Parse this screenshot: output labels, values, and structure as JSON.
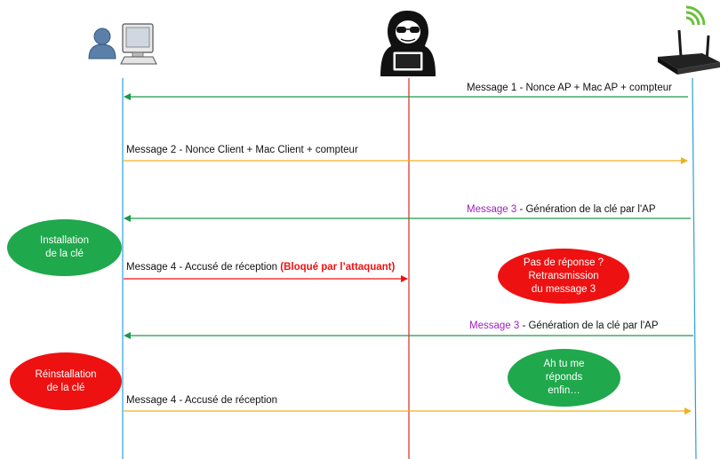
{
  "actors": [
    {
      "id": "client",
      "icon": "client-computer-icon"
    },
    {
      "id": "attacker",
      "icon": "hacker-icon"
    },
    {
      "id": "ap",
      "icon": "wifi-router-icon"
    }
  ],
  "colors": {
    "client_lifeline": "#2ba0d8",
    "attacker_lifeline": "#d82a2a",
    "ap_lifeline": "#2ba0d8",
    "green_arrow": "#1a9a4a",
    "orange_arrow": "#f0b020",
    "red_arrow": "#ee1111",
    "purple_text": "#a020c0",
    "ellipse_green": "#1fa84c",
    "ellipse_red": "#ee1111"
  },
  "messages": {
    "m1": {
      "text": "Message 1 - Nonce AP + Mac AP + compteur"
    },
    "m2": {
      "text": "Message 2 - Nonce Client + Mac Client + compteur"
    },
    "m3a": {
      "prefix": "Message 3",
      "text": " - Génération de la clé par l'AP"
    },
    "m4a": {
      "text": "Message 4 - Accusé de réception ",
      "highlight": "(Bloqué par l’attaquant)"
    },
    "m3b": {
      "prefix": "Message 3",
      "text": " - Génération de la clé par l'AP"
    },
    "m4b": {
      "text": "Message 4 - Accusé de réception"
    }
  },
  "notes": {
    "install": "Installation\nde la  clé",
    "no_response": "Pas de réponse ?\nRetransmission\ndu message 3",
    "reinstall": "Réinstallation\nde la  clé",
    "finally": "Ah tu me\nréponds\nenfin…"
  }
}
